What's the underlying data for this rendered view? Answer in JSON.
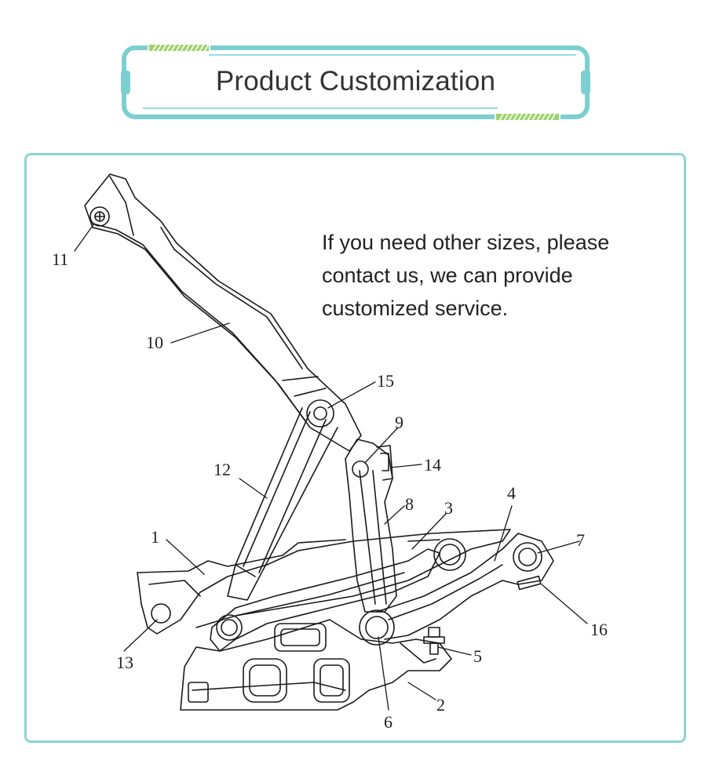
{
  "header": {
    "title": "Product Customization",
    "accent_color": "#7ccfd1",
    "stripe_color": "#9ed36a"
  },
  "note": {
    "lines": [
      "If you need other sizes, please",
      "contact us, we can provide",
      "customized service."
    ]
  },
  "diagram": {
    "part_numbers": [
      "1",
      "2",
      "3",
      "4",
      "5",
      "6",
      "7",
      "8",
      "9",
      "10",
      "11",
      "12",
      "13",
      "14",
      "15",
      "16"
    ]
  }
}
